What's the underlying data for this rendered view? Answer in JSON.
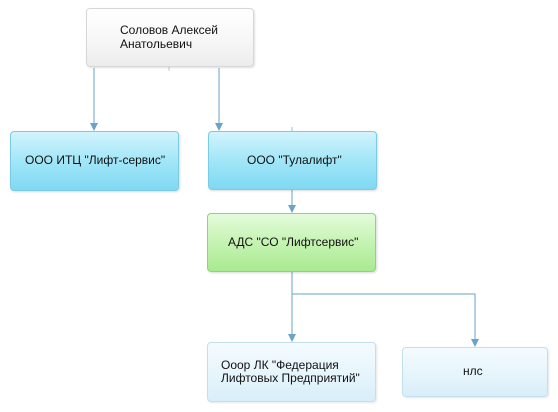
{
  "nodes": {
    "root": {
      "label": "Соловов Алексей\nАнатольевич"
    },
    "itc": {
      "label": "ООО ИТЦ \"Лифт-сервис\""
    },
    "tulalift": {
      "label": "ООО \"Тулалифт\""
    },
    "ads": {
      "label": "АДС \"СО \"Лифтсервис\""
    },
    "federation": {
      "label": "Ооор ЛК \"Федерация\nЛифтовых Предприятий\""
    },
    "nls": {
      "label": "нлс"
    }
  },
  "colors": {
    "connector": "#6aa3c8",
    "gray_node": "#f5f5f5",
    "cyan_node": "#a2e6f8",
    "green_node": "#c5f3b3",
    "light_node": "#e6f5fc"
  }
}
